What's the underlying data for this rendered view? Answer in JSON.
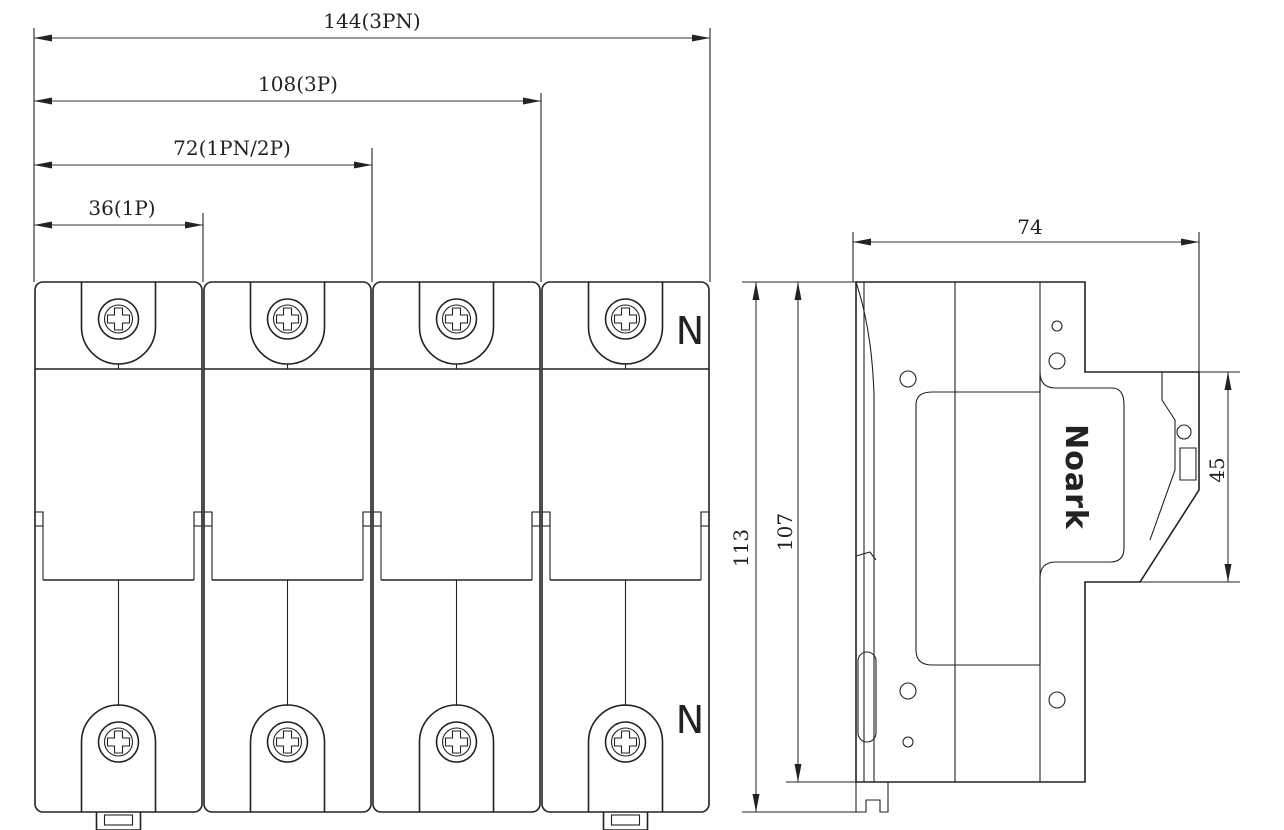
{
  "front_view": {
    "dimensions": {
      "width_3pn": "144(3PN)",
      "width_3p": "108(3P)",
      "width_1pn_2p": "72(1PN/2P)",
      "width_1p": "36(1P)"
    },
    "neutral_label_top": "N",
    "neutral_label_bottom": "N",
    "pole_count": 4
  },
  "side_view": {
    "dimensions": {
      "depth": "74",
      "height_total": "113",
      "height_body": "107",
      "din_rail": "45"
    },
    "brand_logo": "Noark"
  },
  "colors": {
    "line": "#222222",
    "background": "#ffffff"
  }
}
